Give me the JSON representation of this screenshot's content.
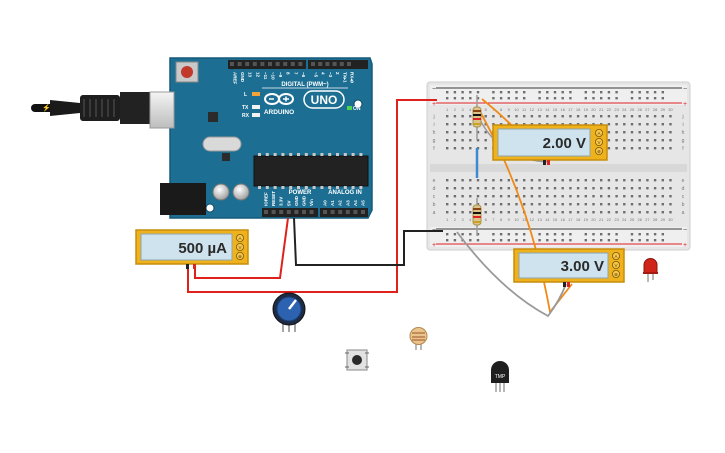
{
  "arduino": {
    "brand": "ARDUINO",
    "model": "UNO",
    "digital_label": "DIGITAL (PWM~)",
    "power_label": "POWER",
    "analog_label": "ANALOG IN",
    "led_l": "L",
    "led_tx": "TX",
    "led_rx": "RX",
    "on_label": "ON",
    "digital_pins": [
      "AREF",
      "GND",
      "13",
      "12",
      "~11",
      "~10",
      "~9",
      "8",
      "7",
      "~6",
      "~5",
      "4",
      "~3",
      "2",
      "TX▸1",
      "RX◂0"
    ],
    "power_pins": [
      "IOREF",
      "RESET",
      "3.3V",
      "5V",
      "GND",
      "GND",
      "Vin"
    ],
    "analog_pins": [
      "A0",
      "A1",
      "A2",
      "A3",
      "A4",
      "A5"
    ]
  },
  "multimeters": [
    {
      "reading": "500 µA"
    },
    {
      "reading": "2.00 V"
    },
    {
      "reading": "3.00 V"
    }
  ],
  "multimeter_ports": [
    "A",
    "V",
    "⊕"
  ],
  "breadboard": {
    "row_letters_top": [
      "j",
      "i",
      "h",
      "g",
      "f"
    ],
    "row_letters_bottom": [
      "e",
      "d",
      "c",
      "b",
      "a"
    ],
    "columns": [
      "1",
      "2",
      "3",
      "4",
      "5",
      "6",
      "7",
      "8",
      "9",
      "10",
      "11",
      "12",
      "13",
      "14",
      "15",
      "16",
      "17",
      "18",
      "19",
      "20",
      "21",
      "22",
      "23",
      "24",
      "25",
      "26",
      "27",
      "28",
      "29",
      "30"
    ]
  },
  "components": {
    "temp_sensor_label": "TMP"
  },
  "colors": {
    "board": "#1c6e93",
    "multimeter_body": "#f0b21b",
    "multimeter_screen": "#cfe3ee",
    "wire_red": "#e0201a",
    "wire_black": "#222222",
    "wire_orange": "#ef8a16",
    "wire_gray": "#9a9a9a",
    "wire_blue": "#3a8bd1",
    "pot_blue": "#2c62b0",
    "led_red": "#d0231a"
  }
}
